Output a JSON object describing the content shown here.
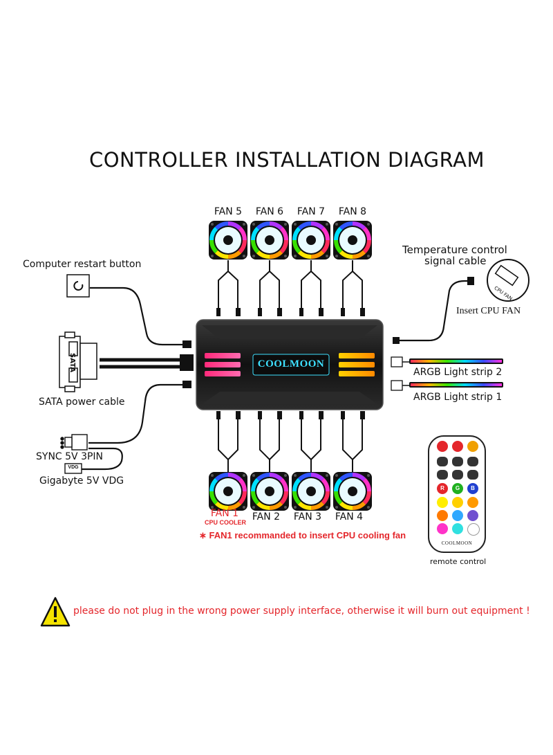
{
  "title": "CONTROLLER INSTALLATION DIAGRAM",
  "top_fans": [
    "FAN 5",
    "FAN 6",
    "FAN 7",
    "FAN 8"
  ],
  "bottom_fans": [
    "FAN 1",
    "FAN 2",
    "FAN 3",
    "FAN 4"
  ],
  "fan1_sub": "CPU COOLER",
  "hub_brand": "COOLMOON",
  "left": {
    "restart": "Computer restart button",
    "sata_cable": "SATA power cable",
    "sata_tag": "SATA",
    "sync": "SYNC 5V 3PIN",
    "vdg_tag": "VDG",
    "gigabyte": "Gigabyte 5V VDG"
  },
  "right": {
    "temp_line1": "Temperature control",
    "temp_line2": "signal cable",
    "cpu_fan_tag": "CPU FAN",
    "insert_cpu": "Insert CPU FAN",
    "strip2": "ARGB Light strip 2",
    "strip1": "ARGB Light strip 1"
  },
  "note": "∗ FAN1 recommanded to insert CPU cooling fan",
  "remote": {
    "brand": "COOLMOON",
    "caption": "remote control",
    "rgb": [
      "R",
      "G",
      "B"
    ]
  },
  "warning": "please do not plug in the wrong power supply interface, otherwise it will burn out equipment !",
  "colors": {
    "warning_text": "#e4262b",
    "warning_icon": "#f5e400",
    "accent_red": "#e4262b",
    "hub": "#1c1c1c"
  }
}
